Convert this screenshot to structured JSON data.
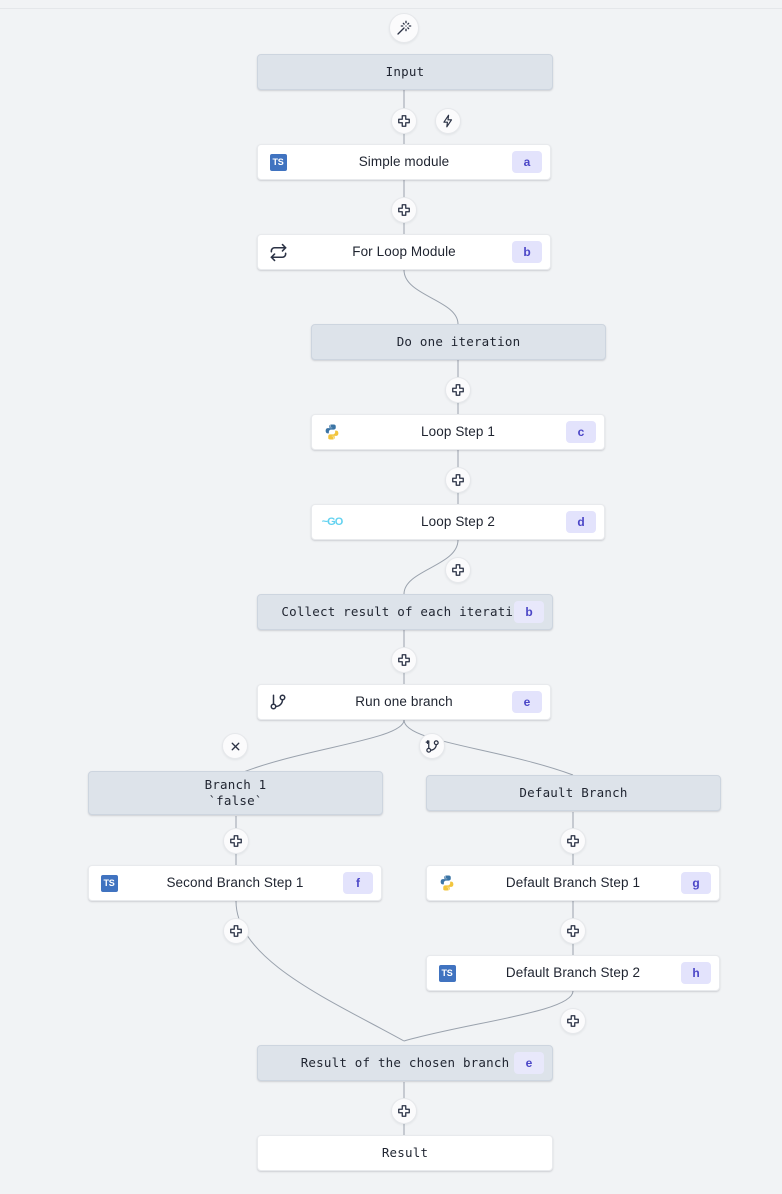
{
  "canvas": {
    "background": "#f1f3f5",
    "accent_badge_bg": "#e3e3fc",
    "accent_badge_fg": "#4b46c7",
    "grey_node_bg": "#dde3ea",
    "white_node_bg": "#ffffff",
    "edge_color": "#9aa2ad"
  },
  "toolbar": {
    "magic_wand_label": "",
    "magic_wand_icon": "magic-wand-icon"
  },
  "nodes": {
    "input": {
      "label": "Input",
      "type": "grey"
    },
    "simple_module": {
      "label": "Simple module",
      "badge": "a",
      "icon": "typescript-icon"
    },
    "for_loop_module": {
      "label": "For Loop Module",
      "badge": "b",
      "icon": "repeat-icon"
    },
    "do_one_iteration": {
      "label": "Do one iteration",
      "type": "grey"
    },
    "loop_step_1": {
      "label": "Loop Step 1",
      "badge": "c",
      "icon": "python-icon"
    },
    "loop_step_2": {
      "label": "Loop Step 2",
      "badge": "d",
      "icon": "go-icon"
    },
    "collect_result": {
      "label": "Collect result of each iteration",
      "badge": "b",
      "type": "grey"
    },
    "run_one_branch": {
      "label": "Run one branch",
      "badge": "e",
      "icon": "git-branch-icon"
    },
    "branch_1": {
      "label": "Branch 1\n`false`",
      "type": "grey"
    },
    "default_branch": {
      "label": "Default Branch",
      "type": "grey"
    },
    "second_branch_step_1": {
      "label": "Second Branch Step 1",
      "badge": "f",
      "icon": "typescript-icon"
    },
    "default_branch_step_1": {
      "label": "Default Branch Step 1",
      "badge": "g",
      "icon": "python-icon"
    },
    "default_branch_step_2": {
      "label": "Default Branch Step 2",
      "badge": "h",
      "icon": "typescript-icon"
    },
    "result_of_chosen_branch": {
      "label": "Result of the chosen branch",
      "badge": "e",
      "type": "grey"
    },
    "result": {
      "label": "Result",
      "type": "white-mono"
    }
  },
  "controls": {
    "add_after_input": "add-step-icon",
    "trigger_after_input": "trigger-icon",
    "add_after_simple_module": "add-step-icon",
    "add_after_do_one_iteration": "add-step-icon",
    "add_after_loop_step_1": "add-step-icon",
    "add_after_loop_step_2": "add-step-icon",
    "add_after_collect_result": "add-step-icon",
    "remove_branch": "close-icon",
    "add_branch": "add-branch-icon",
    "add_after_branch_1": "add-step-icon",
    "add_after_default_branch": "add-step-icon",
    "add_after_second_branch_step_1": "add-step-icon",
    "add_after_default_branch_step_1": "add-step-icon",
    "add_after_default_branch_step_2": "add-step-icon",
    "add_after_result_of_chosen_branch": "add-step-icon"
  }
}
